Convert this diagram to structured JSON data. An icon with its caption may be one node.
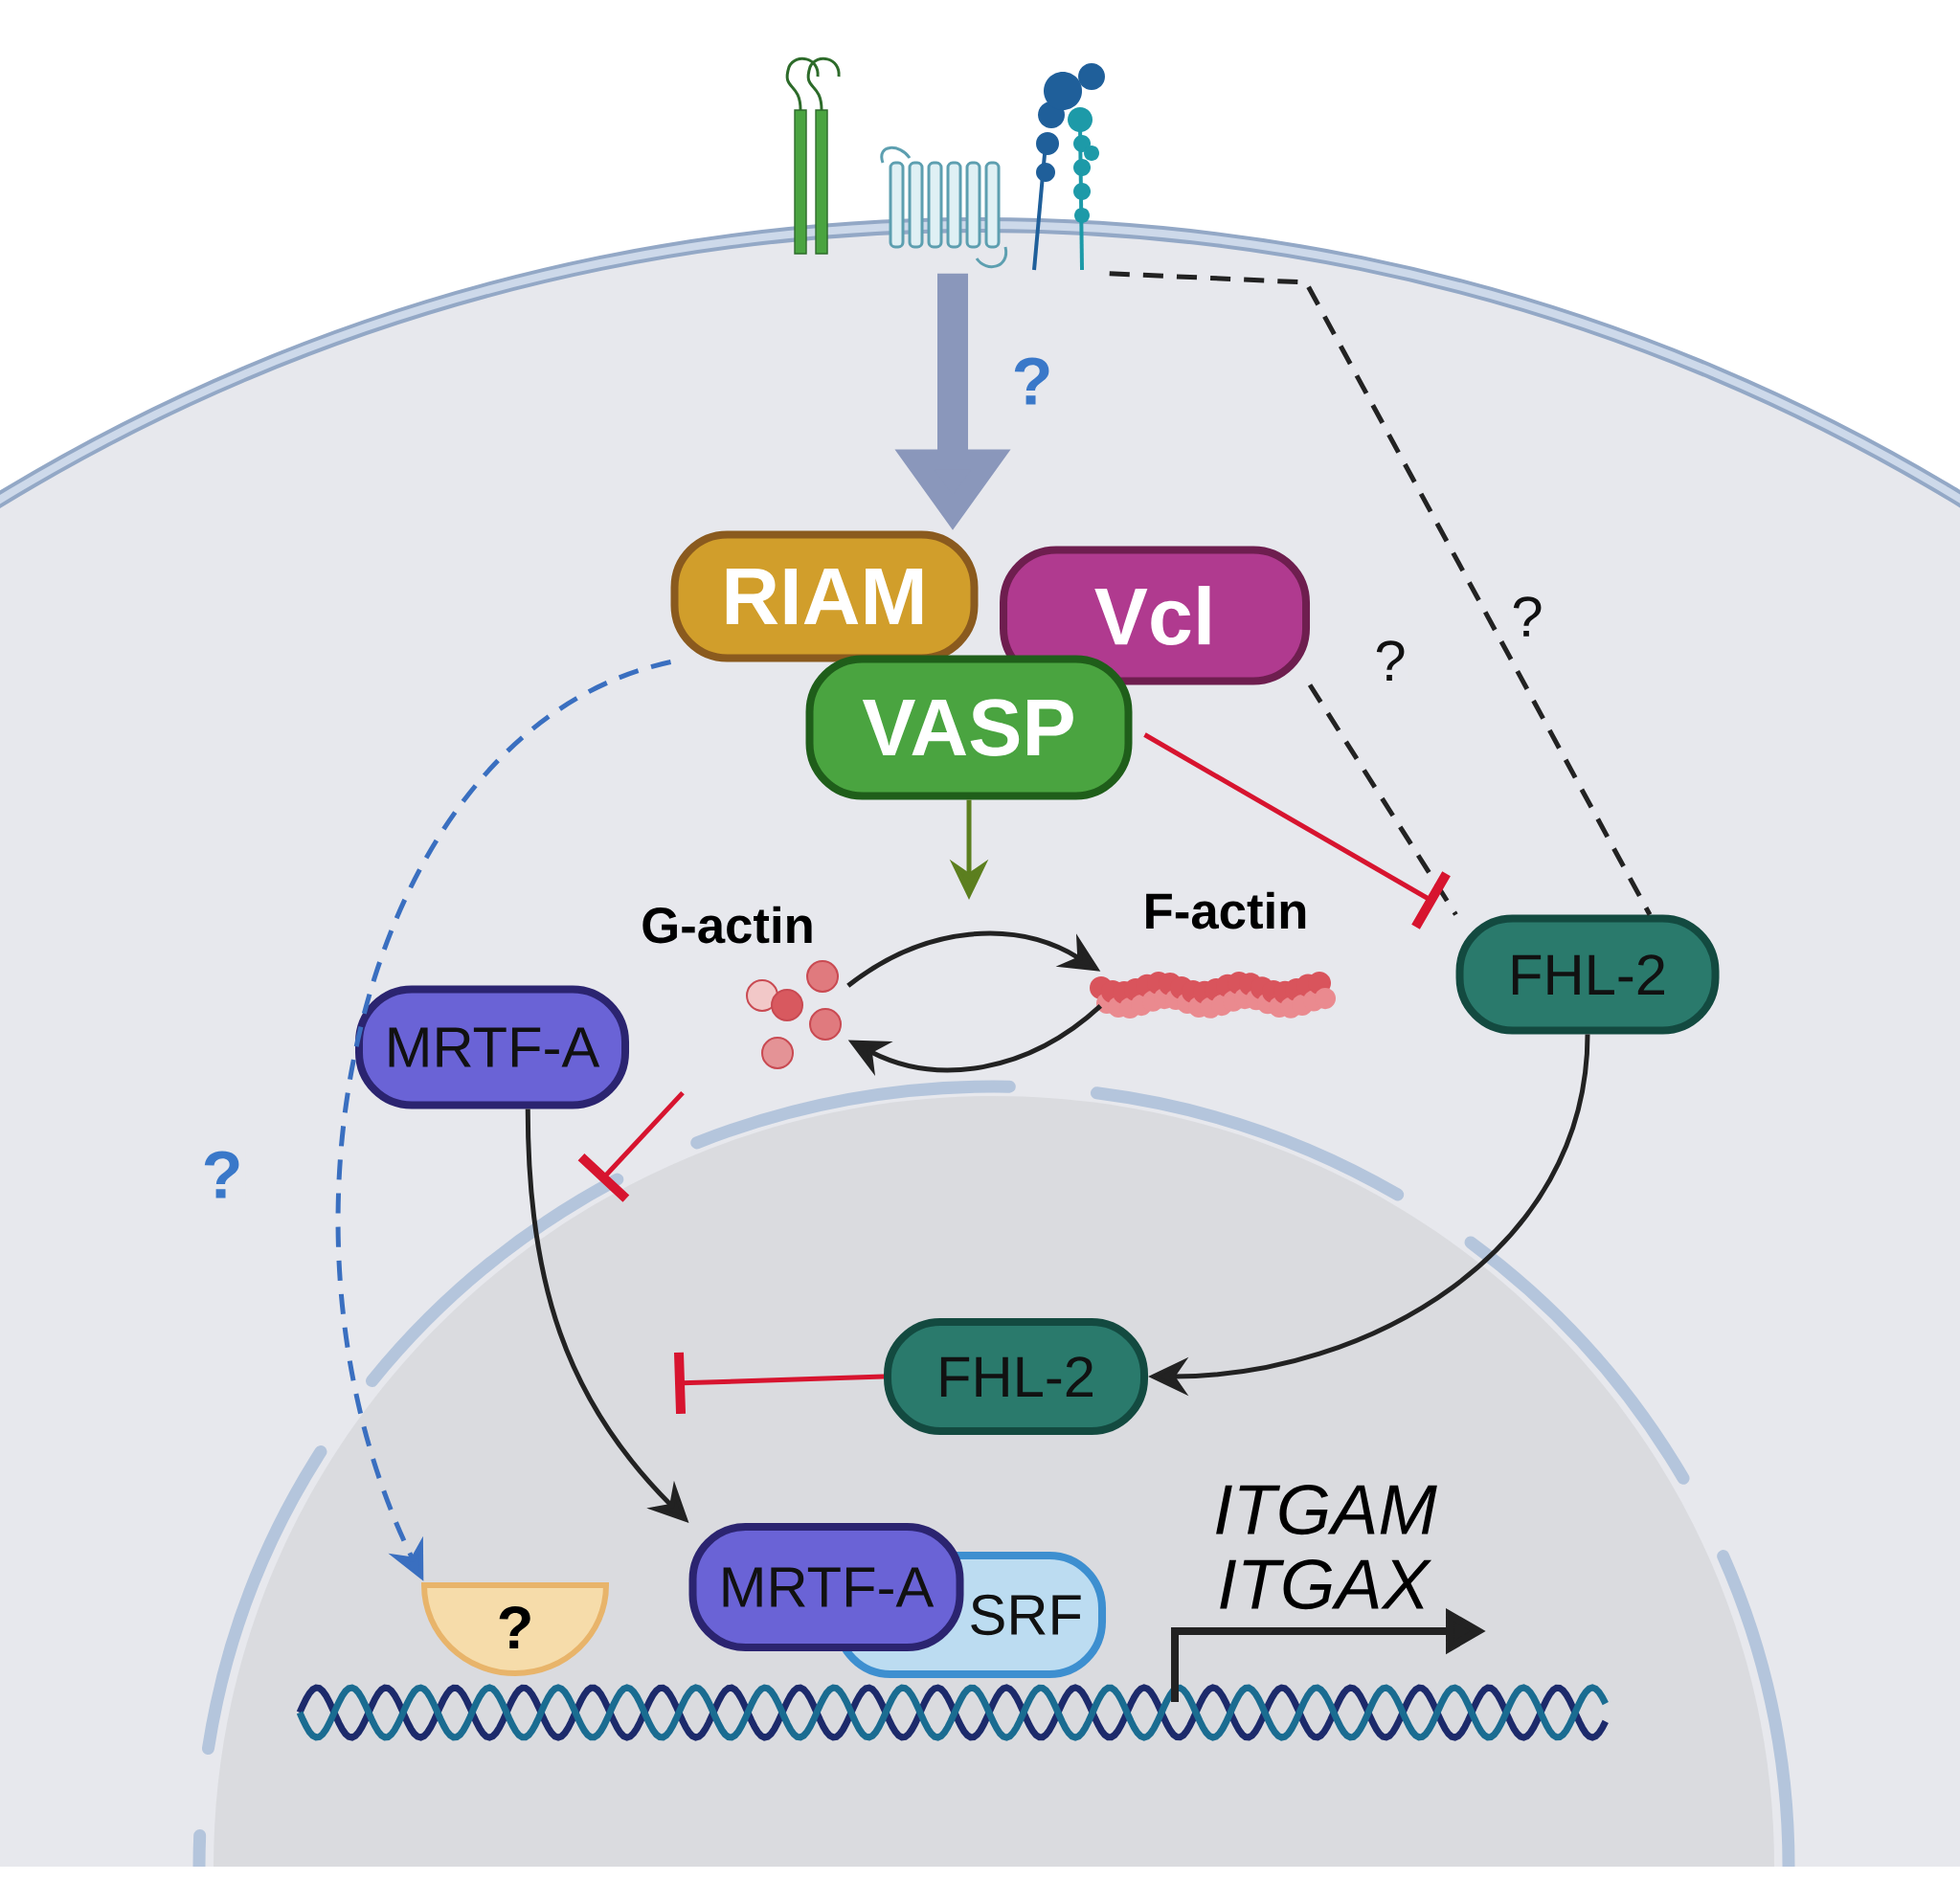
{
  "diagram": {
    "nodes": [
      {
        "text": [],
        "shape": "picture"
      },
      {
        "text": [
          "RIAM"
        ]
      },
      {
        "text": [
          "Vcl"
        ]
      },
      {
        "text": [
          "VASP"
        ]
      },
      {
        "text": [
          "G-actin"
        ]
      },
      {
        "text": [
          "F-actin"
        ]
      },
      {
        "text": [
          "FHL-2"
        ]
      },
      {
        "text": [
          "MRTF-A"
        ]
      },
      {
        "text": [
          "FHL-2"
        ]
      },
      {
        "text": [
          "MRTF-A"
        ]
      },
      {
        "text": [
          "SRF"
        ]
      },
      {
        "text": [
          "?"
        ]
      }
    ],
    "edges": [
      {
        "from": 0,
        "to": 1,
        "arrow": "to",
        "label": "?",
        "style": "thick",
        "color": "#8a97bb"
      },
      {
        "from": 0,
        "to": 6,
        "arrow": "none",
        "label": "?",
        "style": "dashed"
      },
      {
        "from": 2,
        "to": 6,
        "arrow": "none",
        "label": "?",
        "style": "dashed"
      },
      {
        "from": 3,
        "to": 6,
        "arrow": "other",
        "color": "#d7142f"
      },
      {
        "from": 3,
        "to": null,
        "arrow": "to",
        "color": "#5c7f1f"
      },
      {
        "from": 4,
        "to": 5,
        "arrow": "to"
      },
      {
        "from": 5,
        "to": 4,
        "arrow": "to"
      },
      {
        "from": 4,
        "to": null,
        "arrow": "other",
        "color": "#d7142f"
      },
      {
        "from": 7,
        "to": 9,
        "arrow": "to"
      },
      {
        "from": 6,
        "to": 8,
        "arrow": "to"
      },
      {
        "from": 8,
        "to": null,
        "arrow": "other",
        "color": "#d7142f"
      },
      {
        "from": 1,
        "to": 11,
        "arrow": "to",
        "label": "?",
        "style": "dashed",
        "color": "#3a6fc0"
      }
    ],
    "labels": [
      "ITGAM",
      "ITGAX"
    ]
  }
}
